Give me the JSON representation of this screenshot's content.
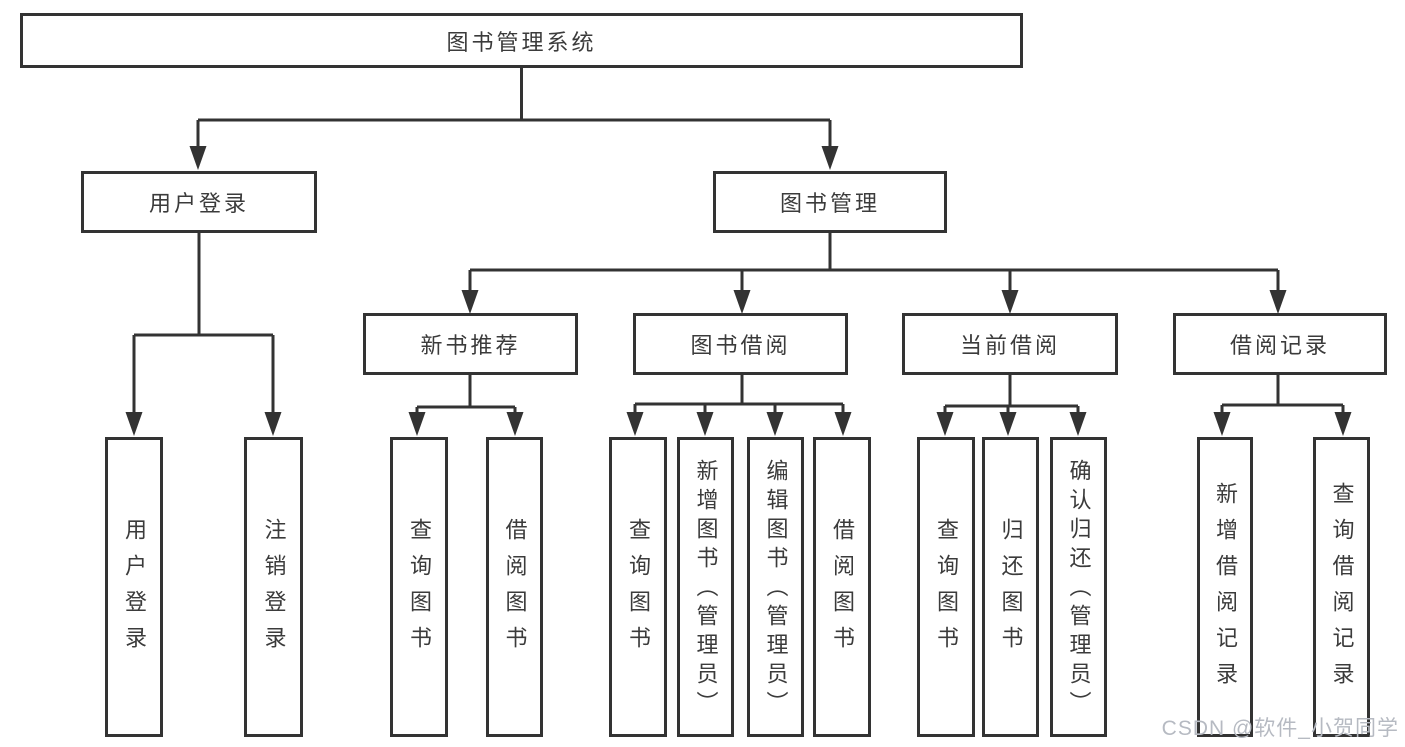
{
  "watermark": "CSDN @软件_小贺同学",
  "colors": {
    "line": "#333333",
    "text": "#3b3b3b",
    "watermark": "#b6bac2",
    "background": "#ffffff"
  },
  "tree": {
    "root": "图书管理系统",
    "branches": [
      {
        "label": "用户登录",
        "children": [
          "用户登录",
          "注销登录"
        ]
      },
      {
        "label": "图书管理",
        "children": [
          {
            "label": "新书推荐",
            "children": [
              "查询图书",
              "借阅图书"
            ]
          },
          {
            "label": "图书借阅",
            "children": [
              "查询图书",
              "新增图书（管理员）",
              "编辑图书（管理员）",
              "借阅图书"
            ]
          },
          {
            "label": "当前借阅",
            "children": [
              "查询图书",
              "归还图书",
              "确认归还（管理员）"
            ]
          },
          {
            "label": "借阅记录",
            "children": [
              "新增借阅记录",
              "查询借阅记录"
            ]
          }
        ]
      }
    ]
  }
}
